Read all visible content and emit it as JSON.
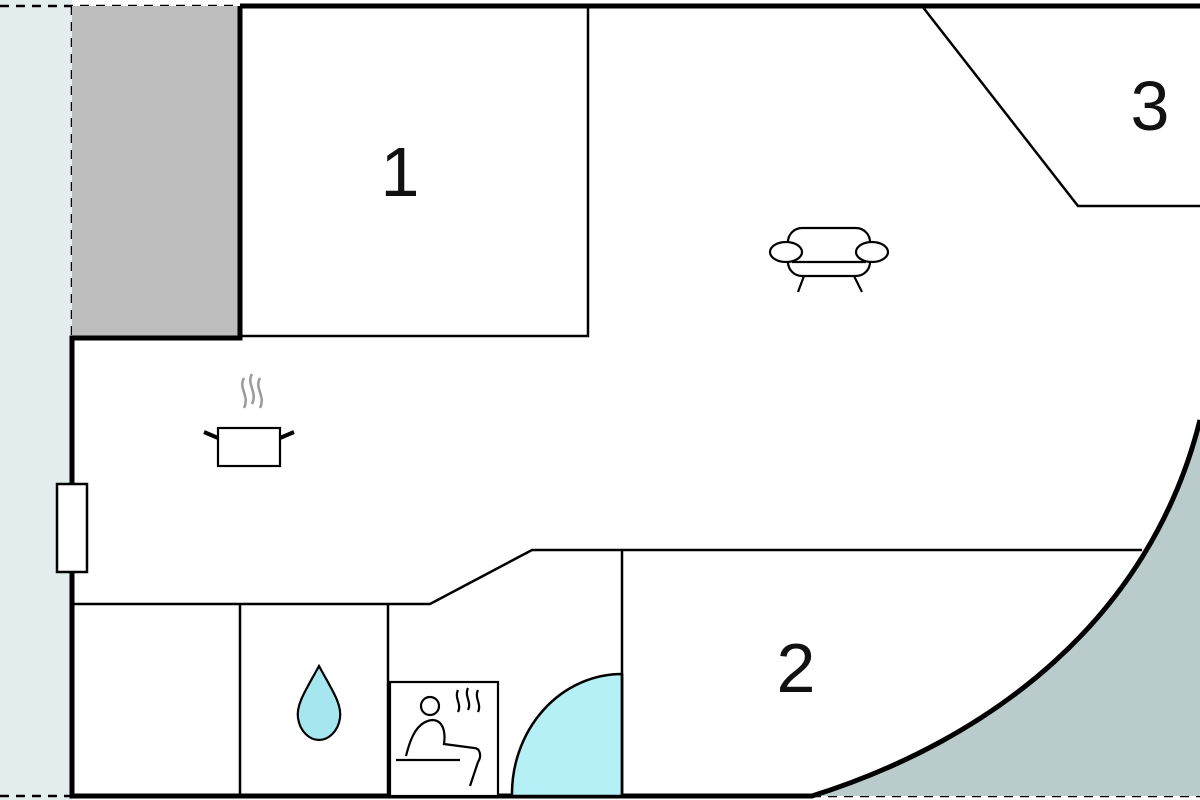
{
  "colors": {
    "outside": "#e3eded",
    "garden": "#b9cccb",
    "storage": "#bebebe",
    "wall": "#000000",
    "water": "#a6e6ef",
    "pool": "#b5f0f7",
    "steam": "#9a9a9a"
  },
  "rooms": [
    {
      "label": "1"
    },
    {
      "label": "2"
    },
    {
      "label": "3"
    }
  ],
  "icons": [
    "sofa-icon",
    "cooking-pot-icon",
    "water-drop-icon",
    "sauna-icon",
    "whirlpool-icon",
    "window-icon"
  ]
}
